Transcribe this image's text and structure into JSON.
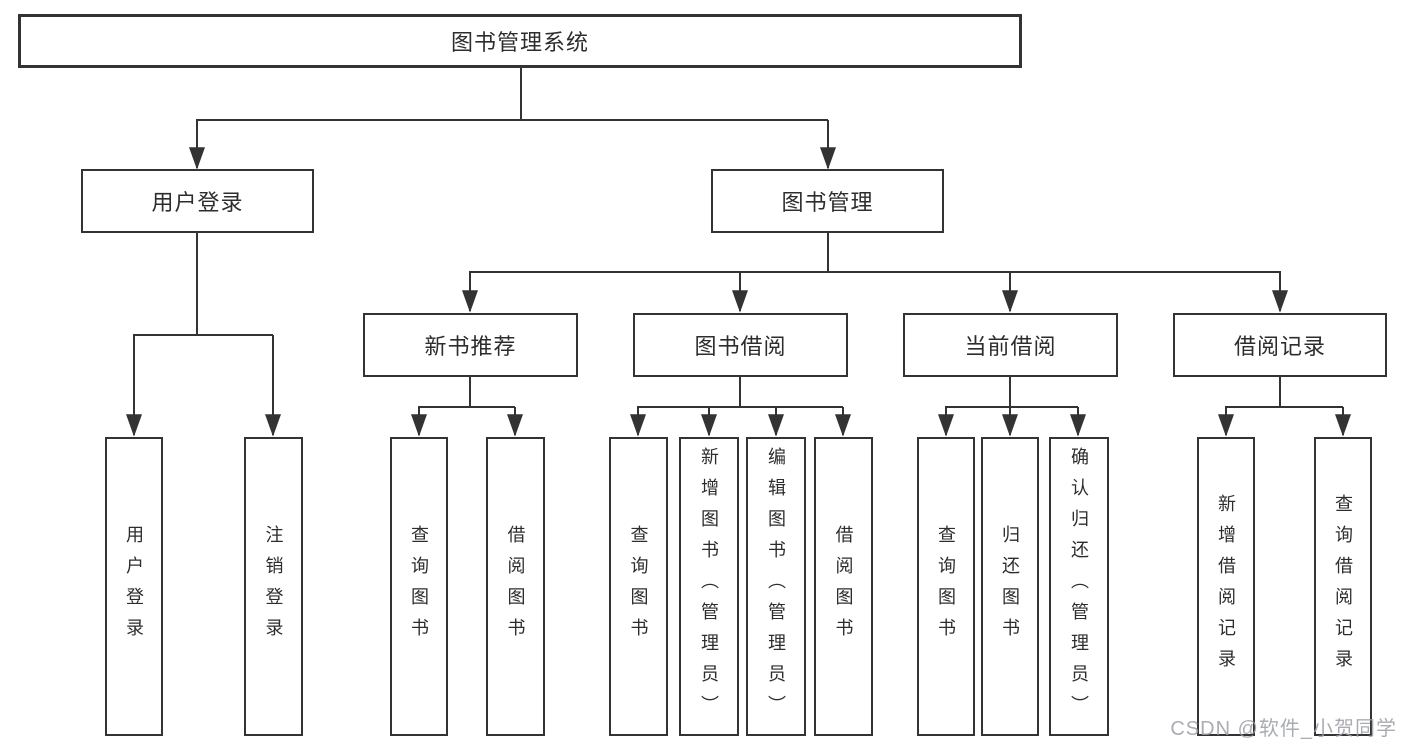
{
  "diagram_type": "hierarchy-tree",
  "colors": {
    "line": "#333333",
    "box_border": "#333333",
    "box_background": "#ffffff",
    "text": "#2d2d2d",
    "watermark_text": "#9b9ea5"
  },
  "tree": {
    "root": {
      "label": "图书管理系统",
      "children": [
        {
          "label": "用户登录",
          "children": [
            {
              "label": "用户登录"
            },
            {
              "label": "注销登录"
            }
          ]
        },
        {
          "label": "图书管理",
          "children": [
            {
              "label": "新书推荐",
              "children": [
                {
                  "label": "查询图书"
                },
                {
                  "label": "借阅图书"
                }
              ]
            },
            {
              "label": "图书借阅",
              "children": [
                {
                  "label": "查询图书"
                },
                {
                  "label": "新增图书（管理员）"
                },
                {
                  "label": "编辑图书（管理员）"
                },
                {
                  "label": "借阅图书"
                }
              ]
            },
            {
              "label": "当前借阅",
              "children": [
                {
                  "label": "查询图书"
                },
                {
                  "label": "归还图书"
                },
                {
                  "label": "确认归还（管理员）"
                }
              ]
            },
            {
              "label": "借阅记录",
              "children": [
                {
                  "label": "新增借阅记录"
                },
                {
                  "label": "查询借阅记录"
                }
              ]
            }
          ]
        }
      ]
    }
  },
  "watermark": {
    "text": "CSDN @软件_小贺同学"
  }
}
